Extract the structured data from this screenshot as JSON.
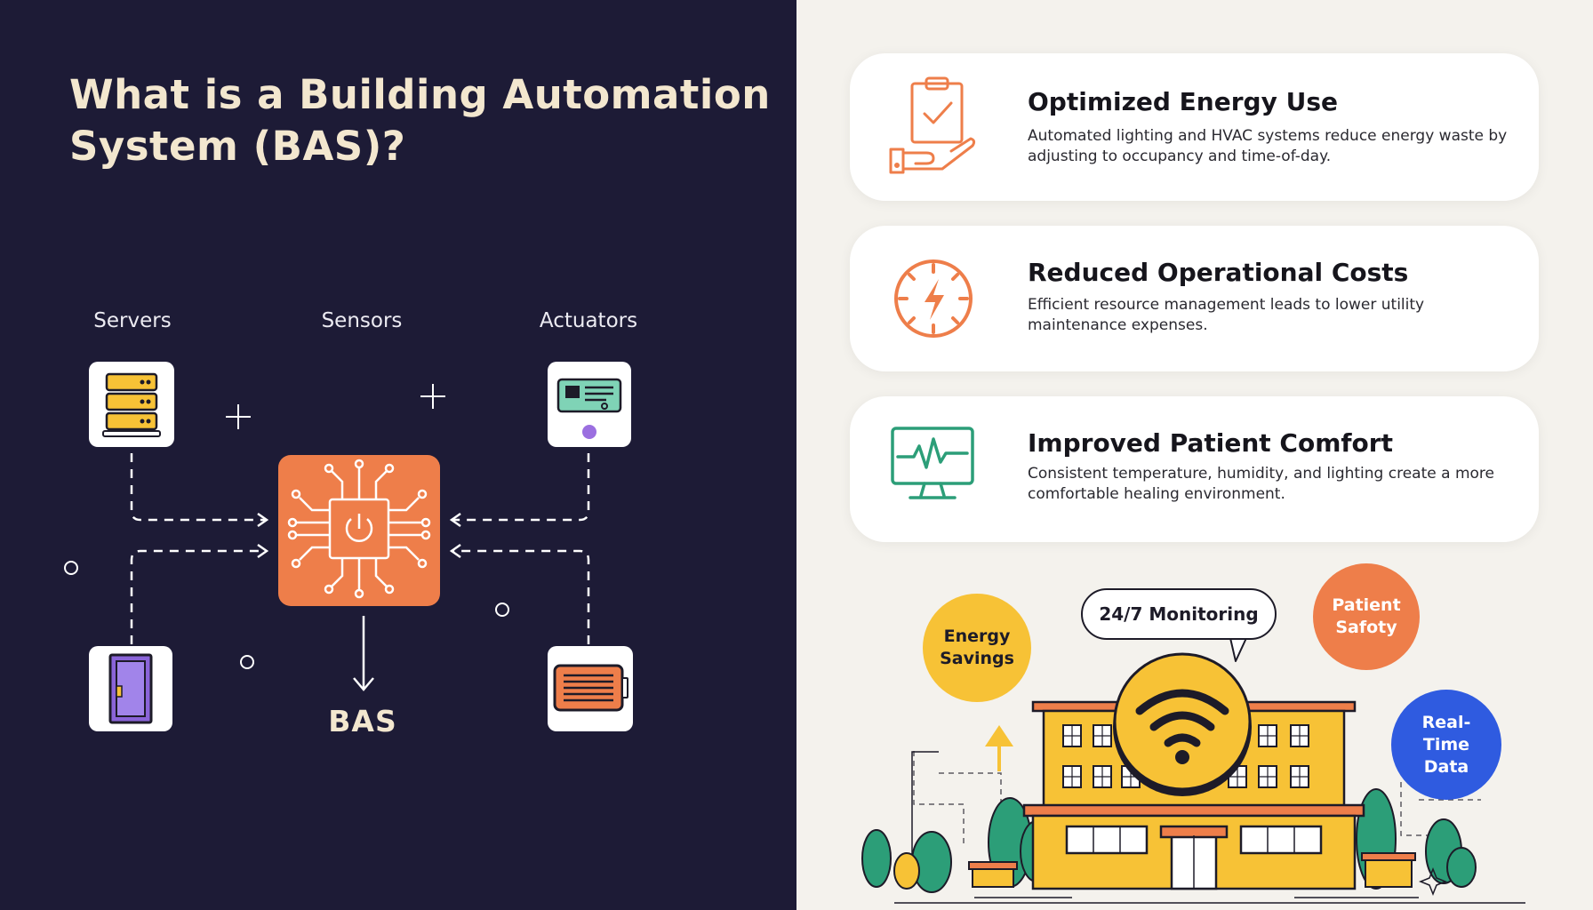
{
  "left_panel": {
    "title": "What is a Building Automation System (BAS)?",
    "nodes": {
      "servers": "Servers",
      "sensors": "Sensors",
      "actuators": "Actuators"
    },
    "hub_label": "BAS"
  },
  "benefits": [
    {
      "title": "Optimized Energy Use",
      "description": "Automated lighting and HVAC systems reduce energy waste by adjusting to occupancy and time-of-day.",
      "icon": "clipboard-hand-icon"
    },
    {
      "title": "Reduced Operational Costs",
      "description": "Efficient resource management leads to lower utility maintenance expenses.",
      "icon": "lightning-dial-icon"
    },
    {
      "title": "Improved Patient Comfort",
      "description": "Consistent temperature, humidity, and lighting create a more comfortable healing environment.",
      "icon": "heart-monitor-icon"
    }
  ],
  "illustration": {
    "monitoring": "24/7 Monitoring",
    "energy_savings": "Energy Savings",
    "patient_safety": "Patient Safoty",
    "real_time_data": "Real-Time Data"
  },
  "colors": {
    "navy": "#1d1b36",
    "cream": "#f3e7cf",
    "orange": "#ee7e4a",
    "yellow": "#f7c236",
    "blue": "#2f5be0",
    "green": "#2c9e78",
    "purple": "#8a64d8"
  }
}
